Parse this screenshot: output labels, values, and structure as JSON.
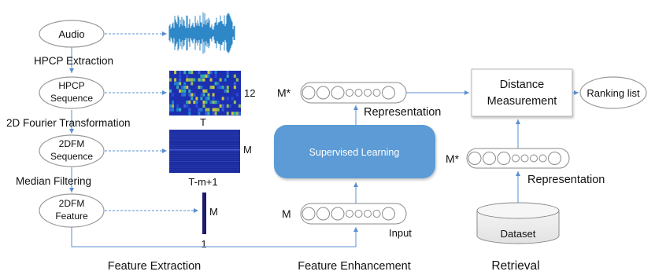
{
  "pipeline": {
    "nodes": {
      "audio": "Audio",
      "hpcp_seq_l1": "HPCP",
      "hpcp_seq_l2": "Sequence",
      "dfm_seq_l1": "2DFM",
      "dfm_seq_l2": "Sequence",
      "dfm_feat_l1": "2DFM",
      "dfm_feat_l2": "Feature"
    },
    "steps": {
      "hpcp_extraction": "HPCP Extraction",
      "fourier": "2D Fourier Transformation",
      "median": "Median  Filtering"
    },
    "dims": {
      "hpcp_rows": "12",
      "hpcp_cols": "T",
      "dfm_rows": "M",
      "dfm_cols": "T-m+1",
      "feat_rows": "M",
      "feat_cols": "1"
    }
  },
  "enhancement": {
    "supervised": "Supervised Learning",
    "input_dim": "M",
    "input_label": "Input",
    "output_dim": "M*",
    "representation": "Representation"
  },
  "retrieval": {
    "distance_l1": "Distance",
    "distance_l2": "Measurement",
    "ranking": "Ranking list",
    "db_dim": "M*",
    "representation": "Representation",
    "dataset": "Dataset"
  },
  "sections": {
    "extraction": "Feature Extraction",
    "enhancement": "Feature Enhancement",
    "retrieval": "Retrieval"
  },
  "colors": {
    "arrow": "#5b8fd0",
    "node_stroke": "#9a9a9a",
    "supervised_fill": "#5b9bd5",
    "waveform": "#2e87c7",
    "spectro_bg": "#1c2fb0",
    "dfm_bg": "#1a2a9c",
    "feat_bar": "#1d1a6e"
  }
}
